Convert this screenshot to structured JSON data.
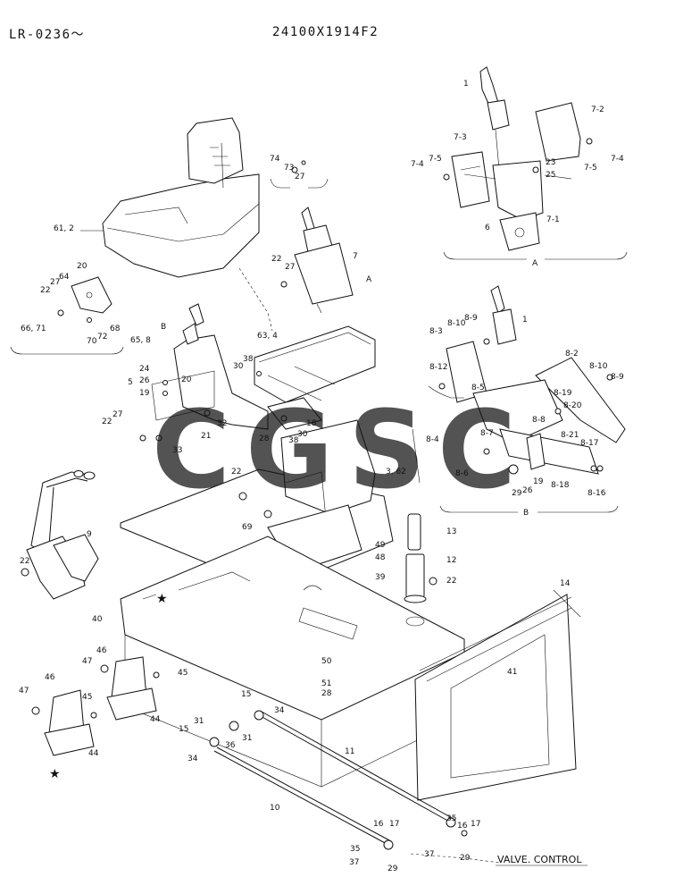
{
  "header": {
    "model_range": "LR-0236〜",
    "part_number": "24100X1914F2"
  },
  "watermark": {
    "letters": [
      "C",
      "G",
      "S",
      "C"
    ],
    "colors": [
      "#4285F4",
      "#EA4335",
      "#FBBC05",
      "#34A853"
    ]
  },
  "callouts": {
    "seat": "61, 2",
    "lever_1": "1",
    "n7_2": "7-2",
    "n7_3": "7-3",
    "n7_4a": "7-4",
    "n7_5a": "7-5",
    "n7_5b": "7-5",
    "n7_4b": "7-4",
    "n23": "23",
    "n25": "25",
    "n7_1": "7-1",
    "n6": "6",
    "group_a_label": "A",
    "n74": "74",
    "n73": "73",
    "n27a": "27",
    "n22a": "22",
    "n27b": "27",
    "n7": "7",
    "tag_a": "A",
    "n64": "64",
    "n20a": "20",
    "n27c": "27",
    "n22b": "22",
    "n66_71": "66, 71",
    "n68": "68",
    "n72": "72",
    "n70": "70",
    "tag_b": "B",
    "n65_8": "65, 8",
    "n63_4": "63, 4",
    "n24": "24",
    "n26a": "26",
    "n19a": "19",
    "n30a": "30",
    "n38a": "38",
    "n5": "5",
    "n20b": "20",
    "n27d": "27",
    "n22c": "22",
    "n32": "32",
    "n21": "21",
    "n33": "33",
    "n28": "28",
    "n18": "18",
    "n30b": "30",
    "n38b": "38",
    "n3_62": "3, 62",
    "n22d": "22",
    "n69": "69",
    "n8_3": "8-3",
    "n8_10a": "8-10",
    "n8_9a": "8-9",
    "lever_1b": "1",
    "n8_2": "8-2",
    "n8_12": "8-12",
    "n8_10b": "8-10",
    "n8_9b": "8-9",
    "n8_5": "8-5",
    "n8_19": "8-19",
    "n8_20": "8-20",
    "n8_8": "8-8",
    "n8_4": "8-4",
    "n8_7": "8-7",
    "n8_21": "8-21",
    "n8_17": "8-17",
    "n8_6": "8-6",
    "n19b": "19",
    "n8_18": "8-18",
    "n8_16": "8-16",
    "n29a": "29",
    "n26b": "26",
    "group_b_label": "B",
    "n9": "9",
    "n22e": "22",
    "n40": "40",
    "n13": "13",
    "n49": "49",
    "n48": "48",
    "n12": "12",
    "n22f": "22",
    "n39": "39",
    "n14": "14",
    "n41": "41",
    "n46a": "46",
    "n47a": "47",
    "n45a": "45",
    "n44a": "44",
    "n46b": "46",
    "n47b": "47",
    "n45b": "45",
    "n44b": "44",
    "n50": "50",
    "n51": "51",
    "n28b": "28",
    "n15a": "15",
    "n34a": "34",
    "n31a": "31",
    "n15b": "15",
    "n36a": "36",
    "n31b": "31",
    "n34b": "34",
    "n11": "11",
    "n10": "10",
    "n35a": "35",
    "n16a": "16",
    "n17a": "17",
    "n29b": "29",
    "n16b": "16",
    "n17b": "17",
    "n35b": "35",
    "n37a": "37",
    "n29c": "29",
    "n37b": "37",
    "valve_label": "VALVE. CONTROL"
  }
}
